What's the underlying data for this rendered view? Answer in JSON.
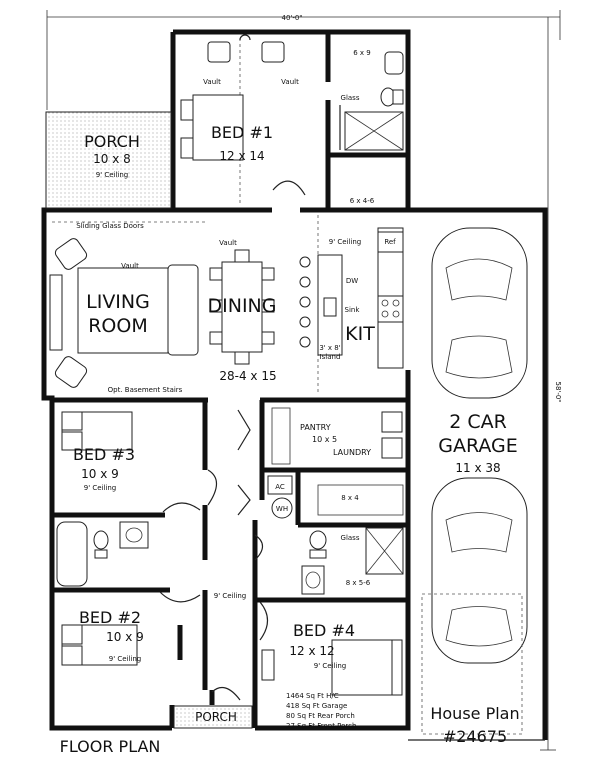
{
  "dimensions": {
    "width": "40'-0\"",
    "depth": "58'-0\""
  },
  "rooms": {
    "porch_rear": {
      "name": "PORCH",
      "size": "10 x 8",
      "note": "9' Ceiling"
    },
    "bed1": {
      "name": "BED #1",
      "size": "12 x 14",
      "vault_left": "Vault",
      "vault_right": "Vault"
    },
    "bath1": {
      "size": "6 x 9",
      "glass": "Glass"
    },
    "closet1": {
      "size": "6 x 4-6"
    },
    "living": {
      "name_line1": "LIVING",
      "name_line2": "ROOM",
      "vault": "Vault",
      "doors": "Sliding Glass Doors",
      "stairs": "Opt. Basement Stairs"
    },
    "dining": {
      "name": "DINING",
      "vault": "Vault",
      "size": "28-4 x 15"
    },
    "kitchen": {
      "name": "KIT",
      "ceiling": "9' Ceiling",
      "ref": "Ref",
      "dw": "DW",
      "sink": "Sink",
      "island_line1": "3' x 8'",
      "island_line2": "Island"
    },
    "bed3": {
      "name": "BED #3",
      "size": "10 x 9",
      "note": "9' Ceiling"
    },
    "pantry": {
      "name": "PANTRY",
      "size": "10 x 5",
      "laundry": "LAUNDRY"
    },
    "mech": {
      "ac": "AC",
      "wh": "WH"
    },
    "closet4": {
      "size": "8 x 4"
    },
    "bath4": {
      "glass": "Glass",
      "size": "8 x 5-6"
    },
    "hall": {
      "ceiling": "9' Ceiling"
    },
    "bed2": {
      "name": "BED #2",
      "size": "10 x 9",
      "note": "9' Ceiling"
    },
    "bed4": {
      "name": "BED #4",
      "size": "12 x 12",
      "note": "9' Ceiling"
    },
    "porch_front": {
      "name": "PORCH"
    },
    "garage": {
      "name_line1": "2 CAR",
      "name_line2": "GARAGE",
      "size": "11 x 38"
    }
  },
  "area_summary": [
    "1464 Sq Ft H/C",
    "418 Sq Ft Garage",
    "80 Sq Ft Rear Porch",
    "27 Sq Ft Front Porch"
  ],
  "footer": {
    "floor_plan": "FLOOR PLAN",
    "plan_line1": "House Plan",
    "plan_line2": "#24675"
  }
}
